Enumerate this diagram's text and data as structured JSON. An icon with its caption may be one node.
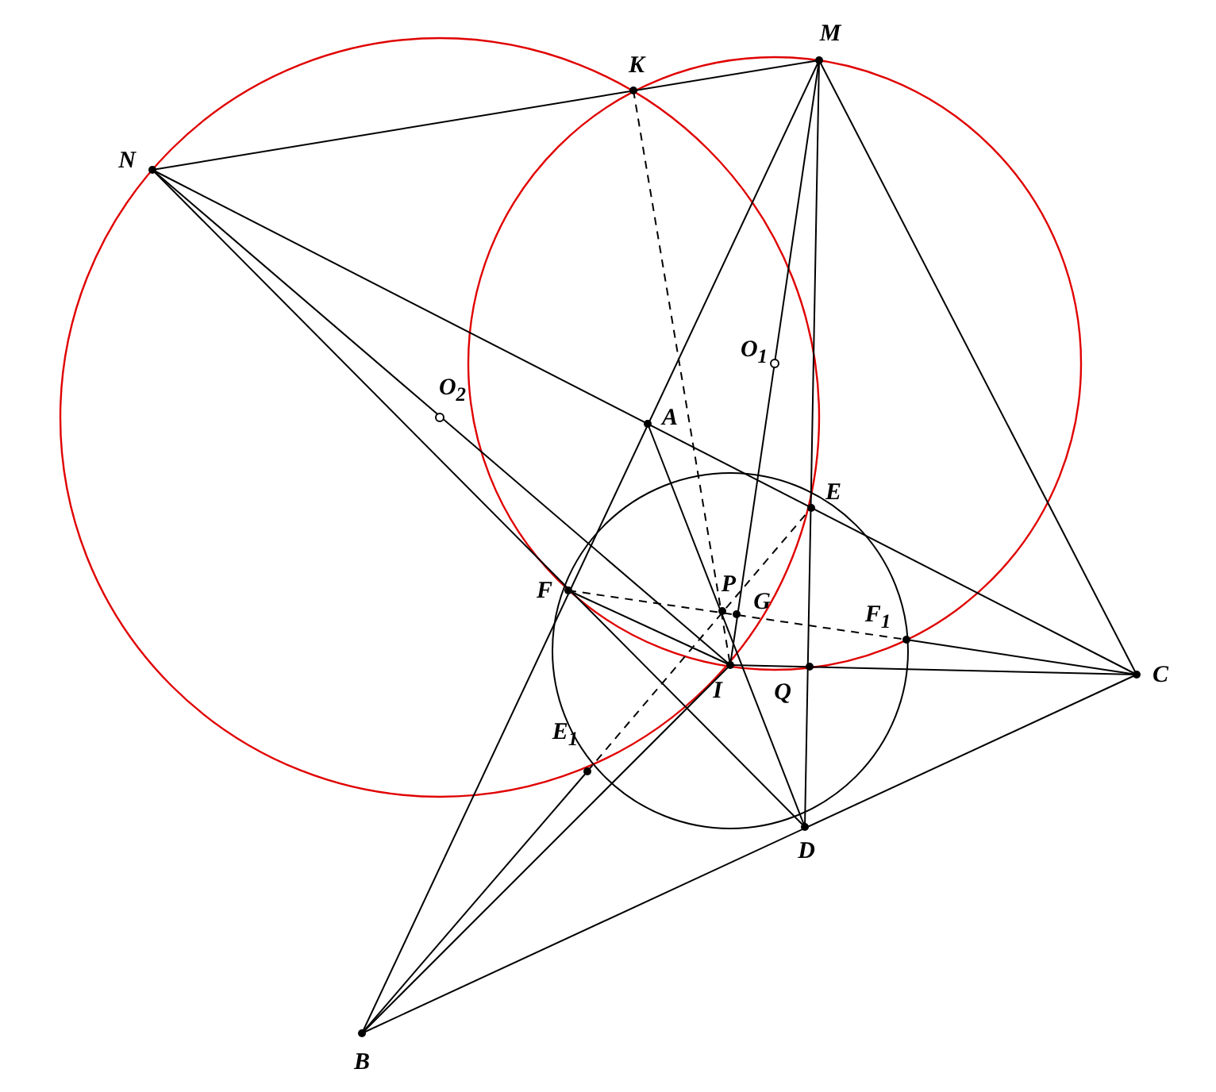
{
  "diagram": {
    "labels": [
      "K",
      "M",
      "N",
      "O$_{2}$",
      "O$_{1}$",
      "A",
      "E",
      "F",
      "P",
      "G",
      "F$_{1}$",
      "I",
      "Q",
      "C",
      "E$_{1}$",
      "D",
      "B"
    ]
  }
}
